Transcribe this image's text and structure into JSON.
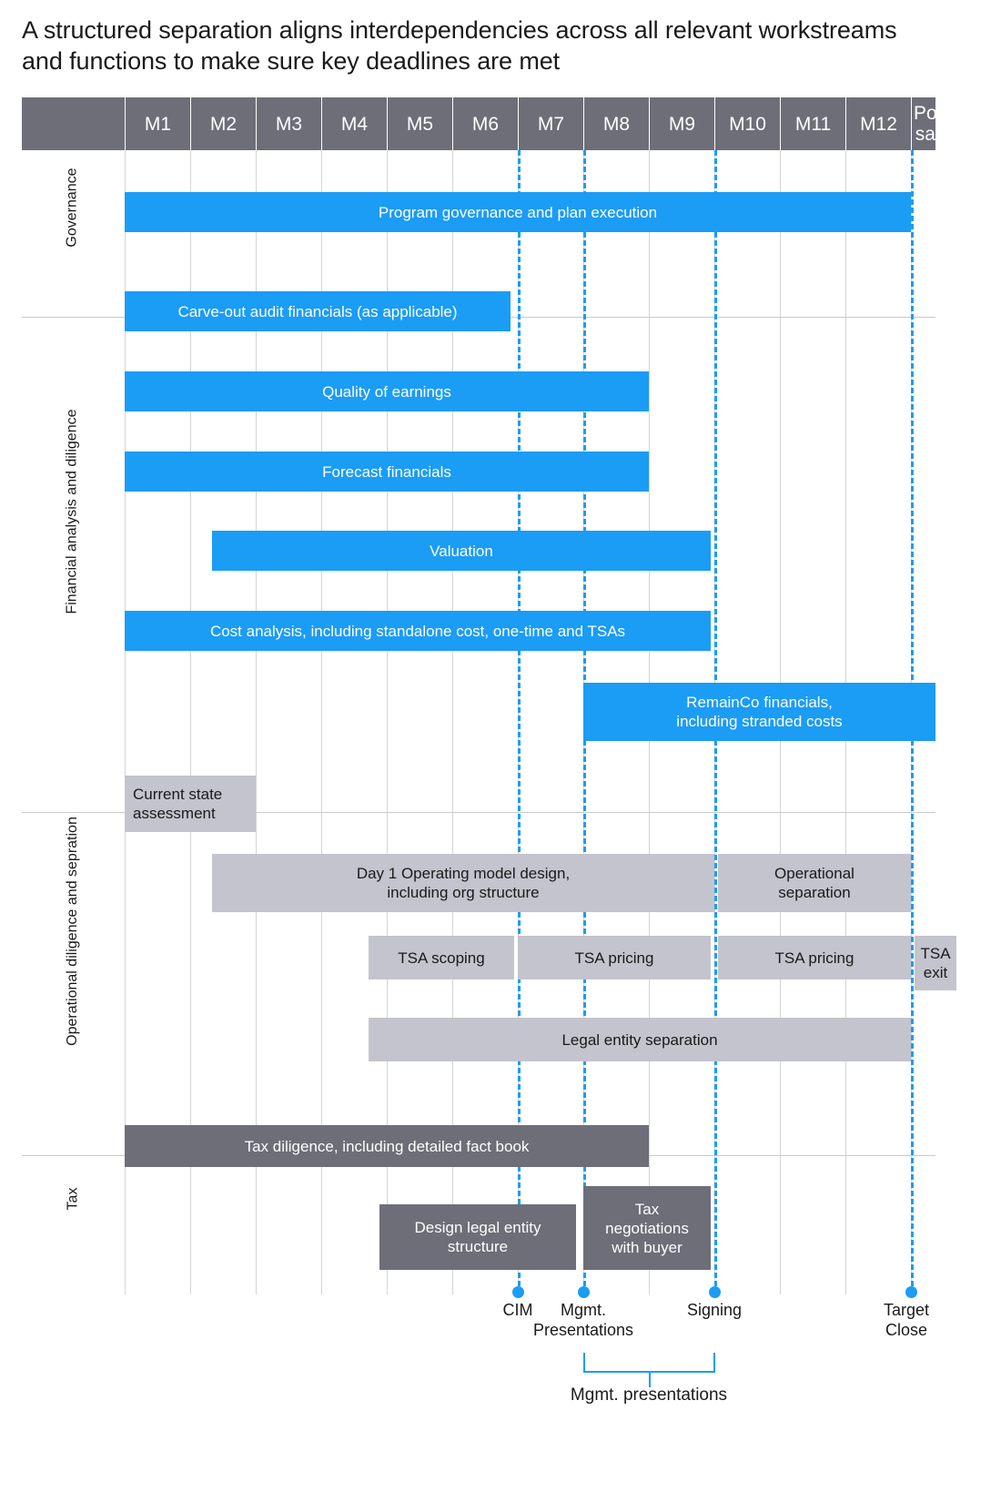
{
  "title": "A structured separation aligns interdependencies across all relevant workstreams and functions to make sure key deadlines are met",
  "colors": {
    "blue": "#1b9cf5",
    "gray": "#c3c4cd",
    "dark": "#6d6e78",
    "header": "#6d6e78",
    "grid": "#d4d4d4",
    "background": "#ffffff"
  },
  "chart_data": {
    "type": "bar",
    "title": "A structured separation aligns interdependencies across all relevant workstreams and functions to make sure key deadlines are met",
    "xlabel": "",
    "ylabel": "",
    "grid": true,
    "legend": "none",
    "axis_columns": [
      "M1",
      "M2",
      "M3",
      "M4",
      "M5",
      "M6",
      "M7",
      "M8",
      "M9",
      "M10",
      "M11",
      "M12",
      "Post sale"
    ],
    "lanes": [
      {
        "name": "Governance",
        "tasks": [
          {
            "label": "Program governance and plan execution",
            "start": "M1",
            "end": "M12",
            "color": "blue"
          }
        ]
      },
      {
        "name": "Financial analysis and diligence",
        "tasks": [
          {
            "label": "Carve-out audit financials (as applicable)",
            "start": "M1",
            "end": "M7",
            "color": "blue"
          },
          {
            "label": "Quality of earnings",
            "start": "M1",
            "end": "M9",
            "color": "blue"
          },
          {
            "label": "Forecast financials",
            "start": "M1",
            "end": "M9",
            "color": "blue"
          },
          {
            "label": "Valuation",
            "start": "M2",
            "end": "M10",
            "color": "blue"
          },
          {
            "label": "Cost analysis, including standalone cost, one-time and TSAs",
            "start": "M1",
            "end": "M10",
            "color": "blue"
          },
          {
            "label": "RemainCo financials, including stranded costs",
            "start": "M8",
            "end": "Post sale",
            "color": "blue"
          }
        ]
      },
      {
        "name": "Operational diligence and sepration",
        "tasks": [
          {
            "label": "Current state assessment",
            "start": "M1",
            "end": "M3",
            "color": "gray"
          },
          {
            "label": "Day 1 Operating model design, including org structure",
            "start": "M2",
            "end": "M10",
            "color": "gray"
          },
          {
            "label": "Operational separation",
            "start": "M10",
            "end": "M12",
            "color": "gray"
          },
          {
            "label": "TSA scoping",
            "start": "M5",
            "end": "M7",
            "color": "gray"
          },
          {
            "label": "TSA pricing",
            "start": "M7",
            "end": "M10",
            "color": "gray"
          },
          {
            "label": "TSA pricing",
            "start": "M10",
            "end": "M12",
            "color": "gray"
          },
          {
            "label": "TSA exit",
            "start": "Post sale",
            "end": "Post sale",
            "color": "gray"
          },
          {
            "label": "Legal entity separation",
            "start": "M5",
            "end": "M12",
            "color": "gray"
          }
        ]
      },
      {
        "name": "Tax",
        "tasks": [
          {
            "label": "Tax diligence, including detailed fact book",
            "start": "M1",
            "end": "M9",
            "color": "dark"
          },
          {
            "label": "Design legal entity structure",
            "start": "M5",
            "end": "M8",
            "color": "dark"
          },
          {
            "label": "Tax negotiations with buyer",
            "start": "M8",
            "end": "M10",
            "color": "dark"
          }
        ]
      }
    ],
    "milestones": [
      {
        "label": "CIM",
        "at": "M6/M7"
      },
      {
        "label": "Mgmt. Presentations",
        "at": "M7/M8"
      },
      {
        "label": "Signing",
        "at": "M9/M10"
      },
      {
        "label": "Target Close",
        "at": "M12/Post sale"
      }
    ],
    "bracket": {
      "label": "Mgmt. presentations",
      "from": "Mgmt. Presentations",
      "to": "Signing"
    }
  },
  "header": {
    "columns": [
      "M1",
      "M2",
      "M3",
      "M4",
      "M5",
      "M6",
      "M7",
      "M8",
      "M9",
      "M10",
      "M11",
      "M12",
      "Post sale"
    ]
  },
  "lanes": {
    "governance": "Governance",
    "financial": "Financial analysis and diligence",
    "operational": "Operational diligence and sepration",
    "tax": "Tax"
  },
  "bars": {
    "program_governance": "Program governance and plan execution",
    "carve_out": "Carve-out audit financials (as applicable)",
    "quality_of_earnings": "Quality of earnings",
    "forecast_financials": "Forecast financials",
    "valuation": "Valuation",
    "cost_analysis": "Cost analysis, including standalone cost, one-time and TSAs",
    "remainco_line1": "RemainCo financials,",
    "remainco_line2": "including stranded costs",
    "current_state_line1": "Current state",
    "current_state_line2": "assessment",
    "day1_line1": "Day 1 Operating model design,",
    "day1_line2": "including org structure",
    "operational_sep_line1": "Operational",
    "operational_sep_line2": "separation",
    "tsa_scoping": "TSA scoping",
    "tsa_pricing_1": "TSA pricing",
    "tsa_pricing_2": "TSA pricing",
    "tsa_exit_line1": "TSA",
    "tsa_exit_line2": "exit",
    "legal_entity_sep": "Legal entity separation",
    "tax_diligence": "Tax diligence, including detailed fact book",
    "design_legal_line1": "Design legal entity",
    "design_legal_line2": "structure",
    "tax_neg_line1": "Tax",
    "tax_neg_line2": "negotiations",
    "tax_neg_line3": "with buyer"
  },
  "milestones": {
    "cim": "CIM",
    "mgmt_line1": "Mgmt.",
    "mgmt_line2": "Presentations",
    "signing": "Signing",
    "target_line1": "Target",
    "target_line2": "Close",
    "bracket_label": "Mgmt. presentations"
  }
}
